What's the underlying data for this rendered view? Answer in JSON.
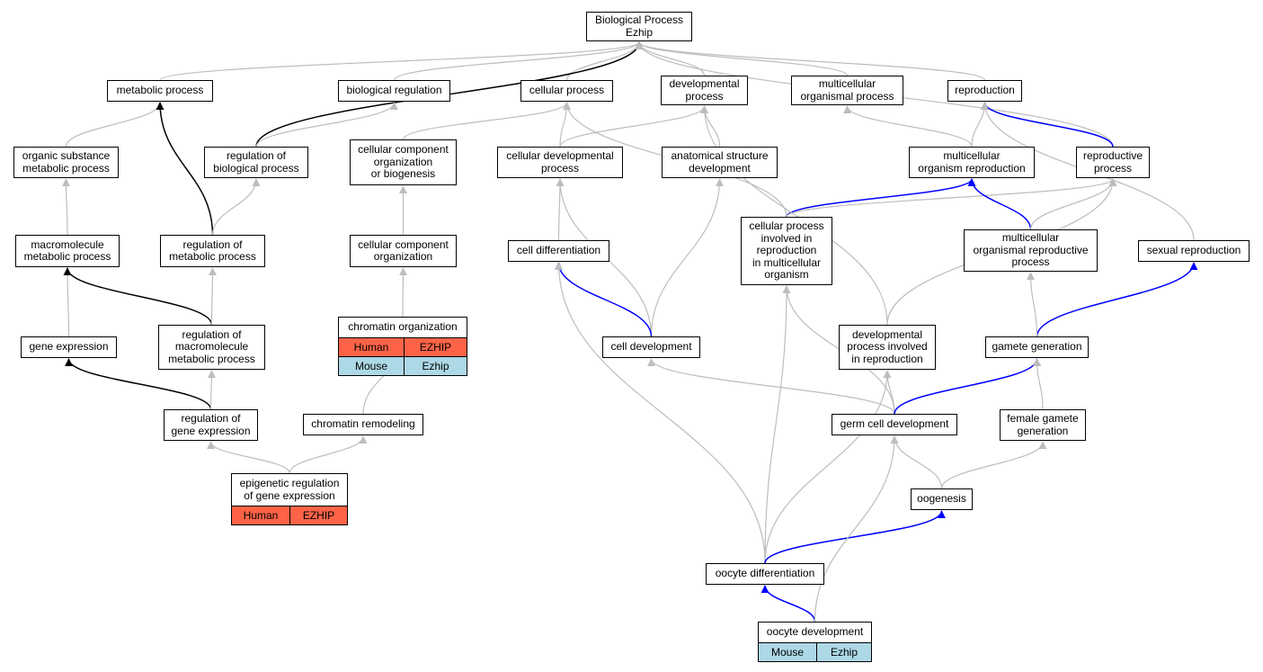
{
  "colors": {
    "human": "#ff6347",
    "mouse": "#add8e6",
    "edge_default": "#bdbdbd",
    "edge_positive": "#0000ff",
    "edge_regulates": "#000000"
  },
  "nodes": {
    "root": "Biological Process\nEzhip",
    "metabolic": "metabolic process",
    "bioreg": "biological regulation",
    "cellular": "cellular process",
    "devproc": "developmental\nprocess",
    "multicell": "multicellular\norganismal process",
    "reproduction": "reproduction",
    "organic": "organic substance\nmetabolic process",
    "regbio": "regulation of\nbiological process",
    "ccorgbio": "cellular component\norganization\nor biogenesis",
    "celldevproc": "cellular developmental\nprocess",
    "anat": "anatomical structure\ndevelopment",
    "multirepro": "multicellular\norganism reproduction",
    "reproproc": "reproductive\nprocess",
    "macromol": "macromolecule\nmetabolic process",
    "regmeta": "regulation of\nmetabolic process",
    "ccorg": "cellular component\norganization",
    "celldiff": "cell differentiation",
    "cpir": "cellular process\ninvolved in\nreproduction\nin multicellular\norganism",
    "morp": "multicellular\norganismal reproductive\nprocess",
    "sexrep": "sexual reproduction",
    "chromorg": "chromatin organization",
    "geneexp": "gene expression",
    "regmacro": "regulation of\nmacromolecule\nmetabolic process",
    "celldev": "cell development",
    "devrepro": "developmental\nprocess involved\nin reproduction",
    "gamete": "gamete generation",
    "reggene": "regulation of\ngene expression",
    "chromrem": "chromatin remodeling",
    "germdev": "germ cell development",
    "femgam": "female gamete\ngeneration",
    "epigen": "epigenetic regulation\nof gene expression",
    "oogenesis": "oogenesis",
    "oodiff": "oocyte differentiation",
    "oodev": "oocyte development"
  },
  "annotations": {
    "chromorg_human": {
      "species": "Human",
      "gene": "EZHIP"
    },
    "chromorg_mouse": {
      "species": "Mouse",
      "gene": "Ezhip"
    },
    "epigen_human": {
      "species": "Human",
      "gene": "EZHIP"
    },
    "oodev_mouse": {
      "species": "Mouse",
      "gene": "Ezhip"
    }
  },
  "edges": [
    [
      "metabolic",
      "root",
      "gray"
    ],
    [
      "bioreg",
      "root",
      "gray"
    ],
    [
      "cellular",
      "root",
      "gray"
    ],
    [
      "devproc",
      "root",
      "gray"
    ],
    [
      "multicell",
      "root",
      "gray"
    ],
    [
      "reproduction",
      "root",
      "gray"
    ],
    [
      "regbio",
      "root",
      "black"
    ],
    [
      "reproproc",
      "root",
      "gray"
    ],
    [
      "organic",
      "metabolic",
      "gray"
    ],
    [
      "regbio",
      "bioreg",
      "gray"
    ],
    [
      "ccorgbio",
      "cellular",
      "gray"
    ],
    [
      "celldevproc",
      "cellular",
      "gray"
    ],
    [
      "celldevproc",
      "devproc",
      "gray"
    ],
    [
      "anat",
      "devproc",
      "gray"
    ],
    [
      "cpir",
      "cellular",
      "gray"
    ],
    [
      "multirepro",
      "multicell",
      "gray"
    ],
    [
      "multirepro",
      "reproduction",
      "gray"
    ],
    [
      "reproproc",
      "reproduction",
      "blue"
    ],
    [
      "sexrep",
      "reproduction",
      "gray"
    ],
    [
      "macromol",
      "organic",
      "gray"
    ],
    [
      "regmeta",
      "metabolic",
      "black"
    ],
    [
      "regmeta",
      "regbio",
      "gray"
    ],
    [
      "ccorg",
      "ccorgbio",
      "gray"
    ],
    [
      "celldiff",
      "celldevproc",
      "gray"
    ],
    [
      "celldev",
      "celldevproc",
      "gray"
    ],
    [
      "celldev",
      "anat",
      "gray"
    ],
    [
      "cpir",
      "multirepro",
      "blue"
    ],
    [
      "cpir",
      "reproproc",
      "gray"
    ],
    [
      "morp",
      "multirepro",
      "blue"
    ],
    [
      "morp",
      "reproproc",
      "gray"
    ],
    [
      "devrepro",
      "devproc",
      "gray"
    ],
    [
      "devrepro",
      "reproproc",
      "gray"
    ],
    [
      "geneexp",
      "macromol",
      "gray"
    ],
    [
      "regmacro",
      "macromol",
      "black"
    ],
    [
      "regmacro",
      "regmeta",
      "gray"
    ],
    [
      "chromorg",
      "ccorg",
      "gray"
    ],
    [
      "celldev",
      "celldiff",
      "blue"
    ],
    [
      "gamete",
      "sexrep",
      "blue"
    ],
    [
      "gamete",
      "morp",
      "gray"
    ],
    [
      "reggene",
      "geneexp",
      "black"
    ],
    [
      "reggene",
      "regmacro",
      "gray"
    ],
    [
      "chromrem",
      "chromorg",
      "gray"
    ],
    [
      "germdev",
      "celldev",
      "gray"
    ],
    [
      "germdev",
      "cpir",
      "gray"
    ],
    [
      "germdev",
      "devrepro",
      "gray"
    ],
    [
      "germdev",
      "gamete",
      "blue"
    ],
    [
      "femgam",
      "gamete",
      "gray"
    ],
    [
      "epigen",
      "reggene",
      "gray"
    ],
    [
      "epigen",
      "chromrem",
      "gray"
    ],
    [
      "oogenesis",
      "germdev",
      "gray"
    ],
    [
      "oogenesis",
      "femgam",
      "gray"
    ],
    [
      "oodiff",
      "celldiff",
      "gray"
    ],
    [
      "oodiff",
      "cpir",
      "gray"
    ],
    [
      "oodiff",
      "devrepro",
      "gray"
    ],
    [
      "oodiff",
      "oogenesis",
      "blue"
    ],
    [
      "oodev",
      "oodiff",
      "blue"
    ],
    [
      "oodev",
      "germdev",
      "gray"
    ]
  ]
}
